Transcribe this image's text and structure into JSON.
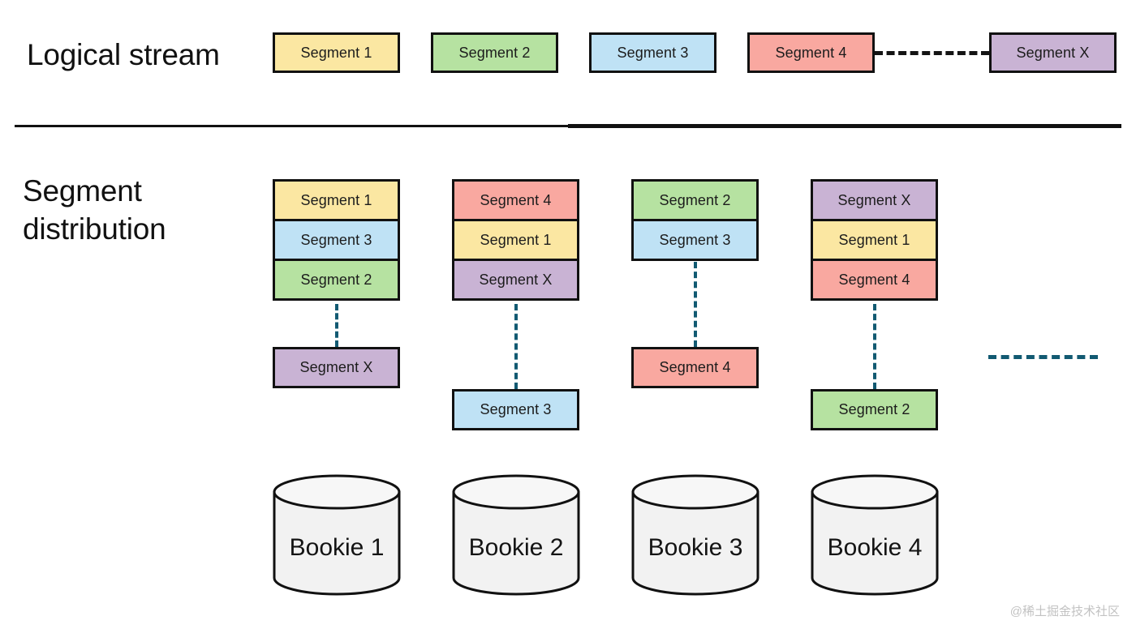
{
  "diagram": {
    "title_logical": "Logical stream",
    "title_distribution": "Segment distribution",
    "watermark": "@稀土掘金技术社区"
  },
  "colors": {
    "segment_1": "#fbe7a2",
    "segment_2": "#b6e2a1",
    "segment_3": "#bfe2f5",
    "segment_4": "#f9a8a0",
    "segment_x": "#c9b3d4",
    "stroke": "#111111",
    "connector_teal": "#125a72",
    "connector_black": "#141414",
    "cylinder_fill": "#f2f2f2",
    "watermark": "#c2c2c2"
  },
  "logical_stream": {
    "segments": [
      {
        "label": "Segment 1",
        "color_key": "segment_1"
      },
      {
        "label": "Segment 2",
        "color_key": "segment_2"
      },
      {
        "label": "Segment 3",
        "color_key": "segment_3"
      },
      {
        "label": "Segment 4",
        "color_key": "segment_4"
      },
      {
        "label": "Segment X",
        "color_key": "segment_x"
      }
    ],
    "ellipsis_connector": "dashed-black-horizontal"
  },
  "segment_distribution": {
    "columns": [
      {
        "bookie": "Bookie 1",
        "stack": [
          {
            "label": "Segment 1",
            "color_key": "segment_1"
          },
          {
            "label": "Segment 3",
            "color_key": "segment_3"
          },
          {
            "label": "Segment 2",
            "color_key": "segment_2"
          }
        ],
        "tail": {
          "label": "Segment X",
          "color_key": "segment_x"
        }
      },
      {
        "bookie": "Bookie 2",
        "stack": [
          {
            "label": "Segment 4",
            "color_key": "segment_4"
          },
          {
            "label": "Segment 1",
            "color_key": "segment_1"
          },
          {
            "label": "Segment X",
            "color_key": "segment_x"
          }
        ],
        "tail": {
          "label": "Segment 3",
          "color_key": "segment_3"
        }
      },
      {
        "bookie": "Bookie 3",
        "stack": [
          {
            "label": "Segment 2",
            "color_key": "segment_2"
          },
          {
            "label": "Segment 3",
            "color_key": "segment_3"
          }
        ],
        "tail": {
          "label": "Segment 4",
          "color_key": "segment_4"
        }
      },
      {
        "bookie": "Bookie 4",
        "stack": [
          {
            "label": "Segment X",
            "color_key": "segment_x"
          },
          {
            "label": "Segment 1",
            "color_key": "segment_1"
          },
          {
            "label": "Segment 4",
            "color_key": "segment_4"
          }
        ],
        "tail": {
          "label": "Segment 2",
          "color_key": "segment_2"
        }
      }
    ],
    "more_columns_indicator": "dashed-teal-horizontal"
  }
}
